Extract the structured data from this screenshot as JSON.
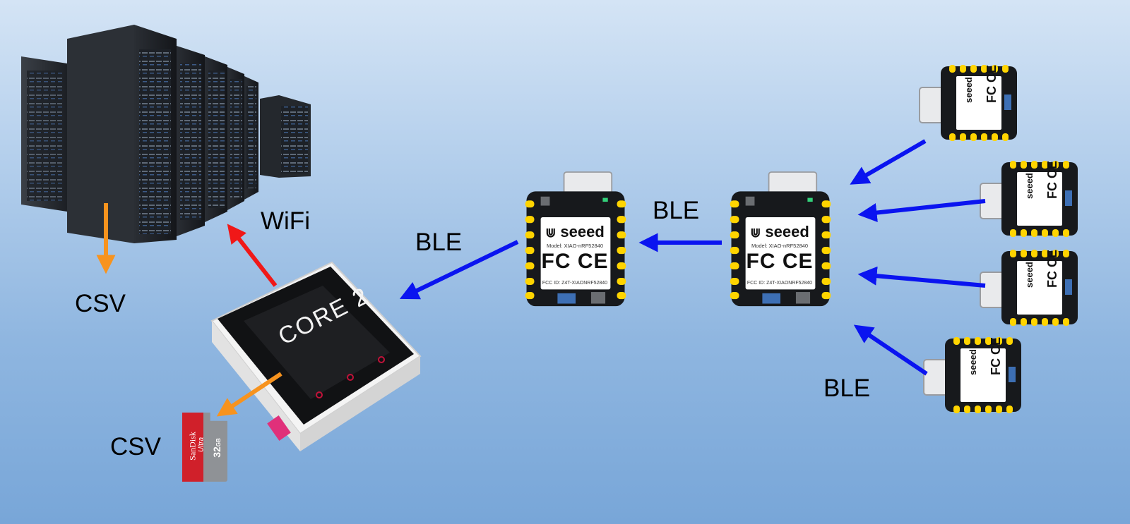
{
  "labels": {
    "wifi": "WiFi",
    "ble_core": "BLE",
    "ble_relay": "BLE",
    "ble_sensors": "BLE",
    "csv_server": "CSV",
    "csv_sd": "CSV"
  },
  "core2": {
    "screen_text": "CORE 2"
  },
  "xiao_board": {
    "brand": "seeed",
    "model": "Model: XIAO-nRF52840",
    "fcc_id": "FCC ID: Z4T-XIAONRF52840"
  },
  "sd_card": {
    "brand": "SanDisk",
    "series": "Ultra",
    "capacity": "32",
    "unit": "GB"
  },
  "colors": {
    "ble_arrow": "#0a14f0",
    "wifi_arrow": "#f01818",
    "csv_arrow": "#f7931e",
    "board_pin": "#ffd400"
  }
}
